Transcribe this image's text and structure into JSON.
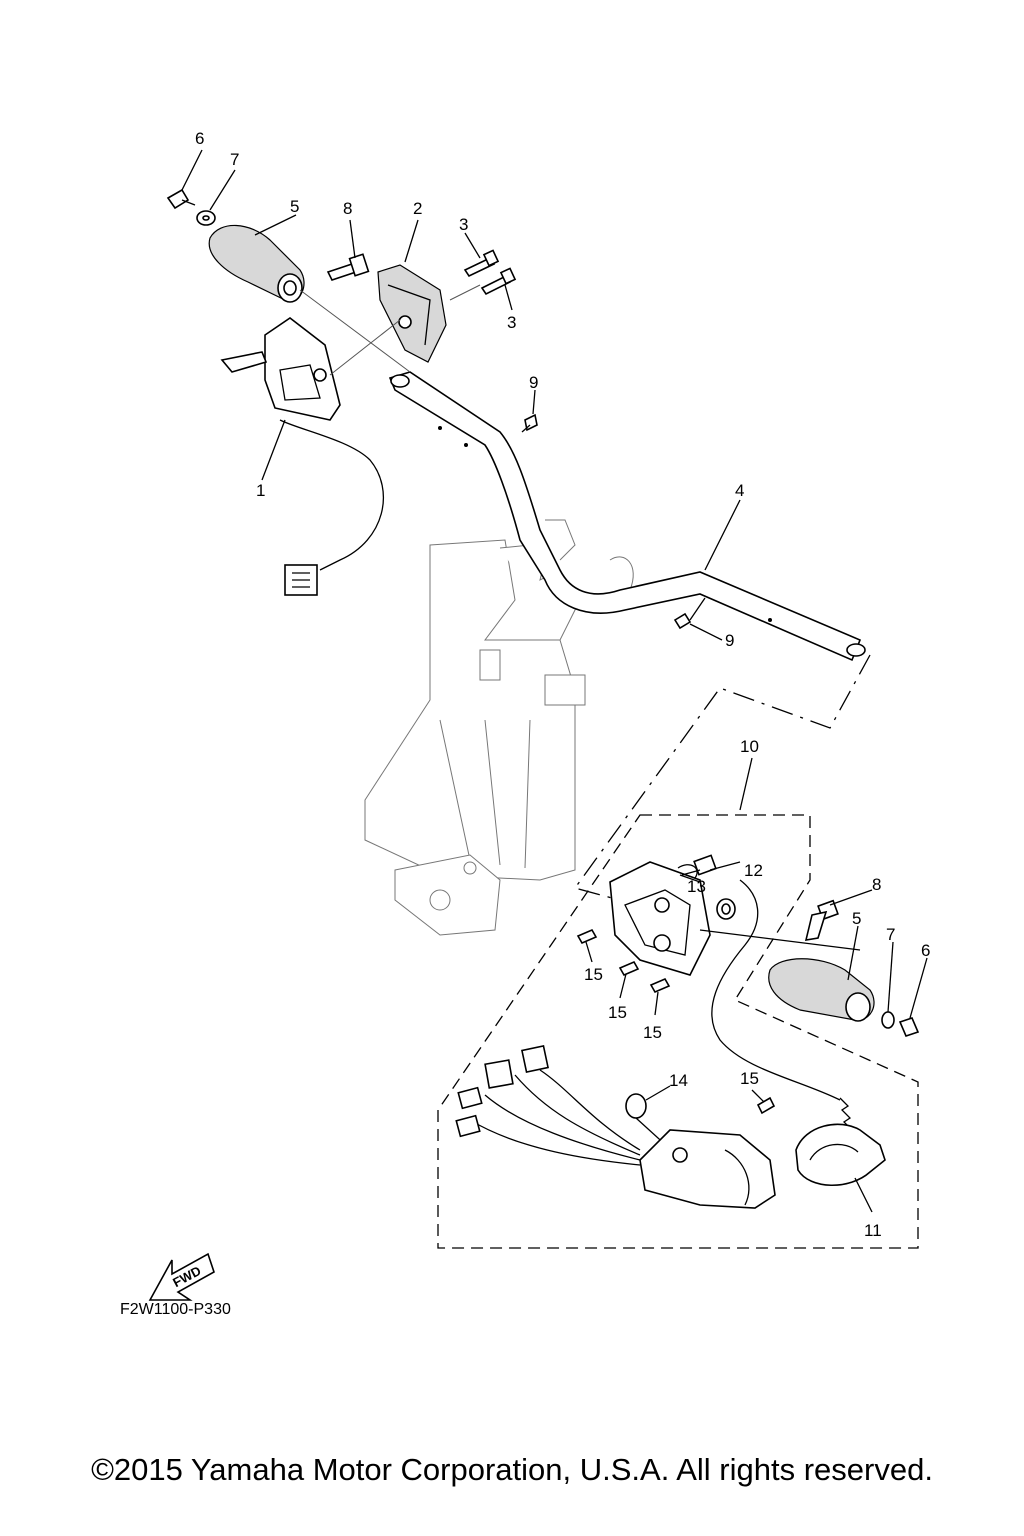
{
  "diagram": {
    "callouts": [
      "1",
      "2",
      "3",
      "3",
      "4",
      "5",
      "5",
      "6",
      "6",
      "7",
      "7",
      "8",
      "8",
      "9",
      "9",
      "10",
      "11",
      "12",
      "13",
      "14",
      "15",
      "15",
      "15",
      "15"
    ],
    "part_code": "F2W1100-P330",
    "fwd_label": "FWD"
  },
  "footer": {
    "copyright": "©2015 Yamaha Motor Corporation, U.S.A. All rights reserved."
  }
}
